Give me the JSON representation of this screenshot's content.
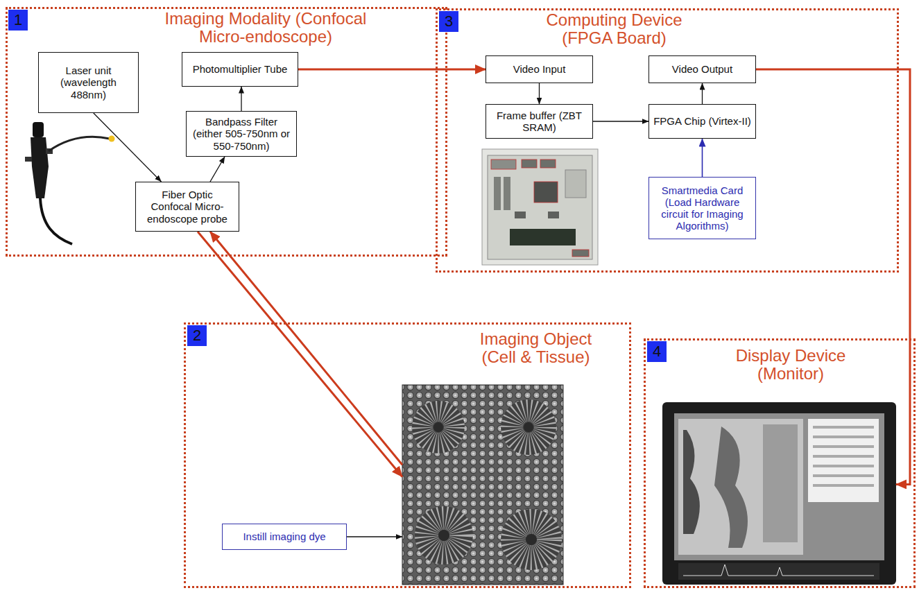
{
  "diagram": {
    "nodes": [
      {
        "text": [
          "Imaging Modality (Confocal Micro-endoscope)"
        ]
      },
      {
        "text": [
          "1"
        ],
        "in": 0
      },
      {
        "text": [
          "Laser unit (wavelength 488nm)"
        ],
        "in": 0
      },
      {
        "text": [
          "Photomultiplier Tube"
        ],
        "in": 0
      },
      {
        "text": [
          "Bandpass Filter (either 505-750nm or 550-750nm)"
        ],
        "in": 0
      },
      {
        "text": [
          "Fiber Optic Confocal Micro-endoscope probe"
        ],
        "in": 0
      },
      {
        "text": [
          "Computing Device (FPGA Board)"
        ]
      },
      {
        "text": [
          "3"
        ],
        "in": 6
      },
      {
        "text": [
          "Video Input"
        ],
        "in": 6
      },
      {
        "text": [
          "Video Output"
        ],
        "in": 6
      },
      {
        "text": [
          "Frame buffer (ZBT SRAM)"
        ],
        "in": 6
      },
      {
        "text": [
          "FPGA Chip (Virtex-II)"
        ],
        "in": 6
      },
      {
        "text": [
          "Smartmedia Card (Load Hardware circuit for Imaging Algorithms)"
        ],
        "in": 6
      },
      {
        "text": [
          "Imaging Object (Cell & Tissue)"
        ]
      },
      {
        "text": [
          "2"
        ],
        "in": 13
      },
      {
        "text": [
          "Instill imaging dye"
        ],
        "in": 13
      },
      {
        "text": [
          "Display Device (Monitor)"
        ]
      },
      {
        "text": [
          "4"
        ],
        "in": 16
      }
    ],
    "edges": [
      {
        "from": 3,
        "to": 8,
        "arrow": "to"
      },
      {
        "from": 2,
        "to": 5,
        "arrow": "to"
      },
      {
        "from": 5,
        "to": 4,
        "arrow": "to"
      },
      {
        "from": 4,
        "to": 3,
        "arrow": "to"
      },
      {
        "from": 8,
        "to": 10,
        "arrow": "to"
      },
      {
        "from": 10,
        "to": 11,
        "arrow": "to"
      },
      {
        "from": 11,
        "to": 9,
        "arrow": "to"
      },
      {
        "from": 12,
        "to": 11,
        "arrow": "to"
      },
      {
        "from": 9,
        "to": 16,
        "arrow": "to"
      },
      {
        "from": 13,
        "to": 5,
        "arrow": "to"
      },
      {
        "from": 5,
        "to": 13,
        "arrow": "to"
      },
      {
        "from": 15,
        "to": 13,
        "arrow": "to"
      }
    ]
  }
}
